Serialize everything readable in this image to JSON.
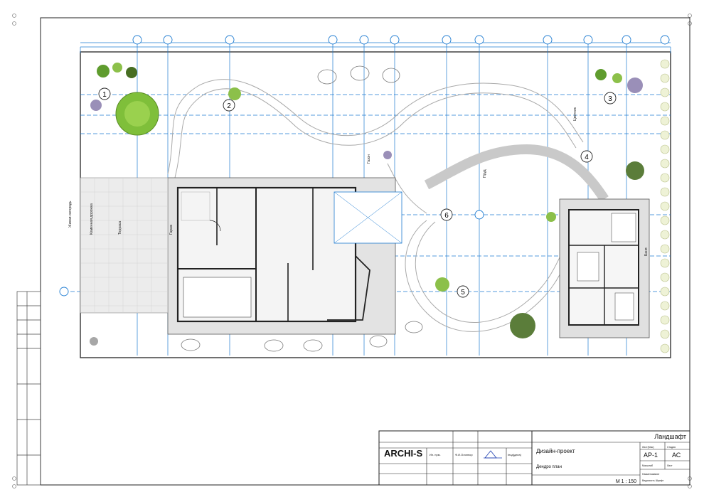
{
  "title_block": {
    "company": "ARCHI-S",
    "project_type": "Дизайн-проект",
    "sheet_title": "Ландшафт",
    "scale": "М 1 : 150",
    "sheet_code": "АР-1",
    "stage": "АС",
    "description": "Дендро план",
    "row_labels": [
      "Ин. прм.",
      "Ф.И.Олопнор",
      "Іпод(дата)"
    ],
    "col_labels": [
      "Лист(Мас)",
      "Стадия"
    ],
    "bottom_labels": [
      "Масштаб",
      "Лист"
    ],
    "notes": [
      "Наименование",
      "Ведомость Шрифт"
    ]
  },
  "plan": {
    "zone_numbers": [
      "1",
      "2",
      "3",
      "4",
      "5",
      "6"
    ],
    "labels": [
      {
        "id": "hedge-label",
        "text": "Живая изгородь"
      },
      {
        "id": "stone-path",
        "text": "Каменная дорожка"
      },
      {
        "id": "terrace",
        "text": "Терраса"
      },
      {
        "id": "garage",
        "text": "Гараж"
      },
      {
        "id": "sauna",
        "text": "Баня"
      },
      {
        "id": "pond",
        "text": "Пруд"
      },
      {
        "id": "lawn",
        "text": "Газон"
      },
      {
        "id": "flowerbed",
        "text": "Цветник"
      }
    ]
  }
}
